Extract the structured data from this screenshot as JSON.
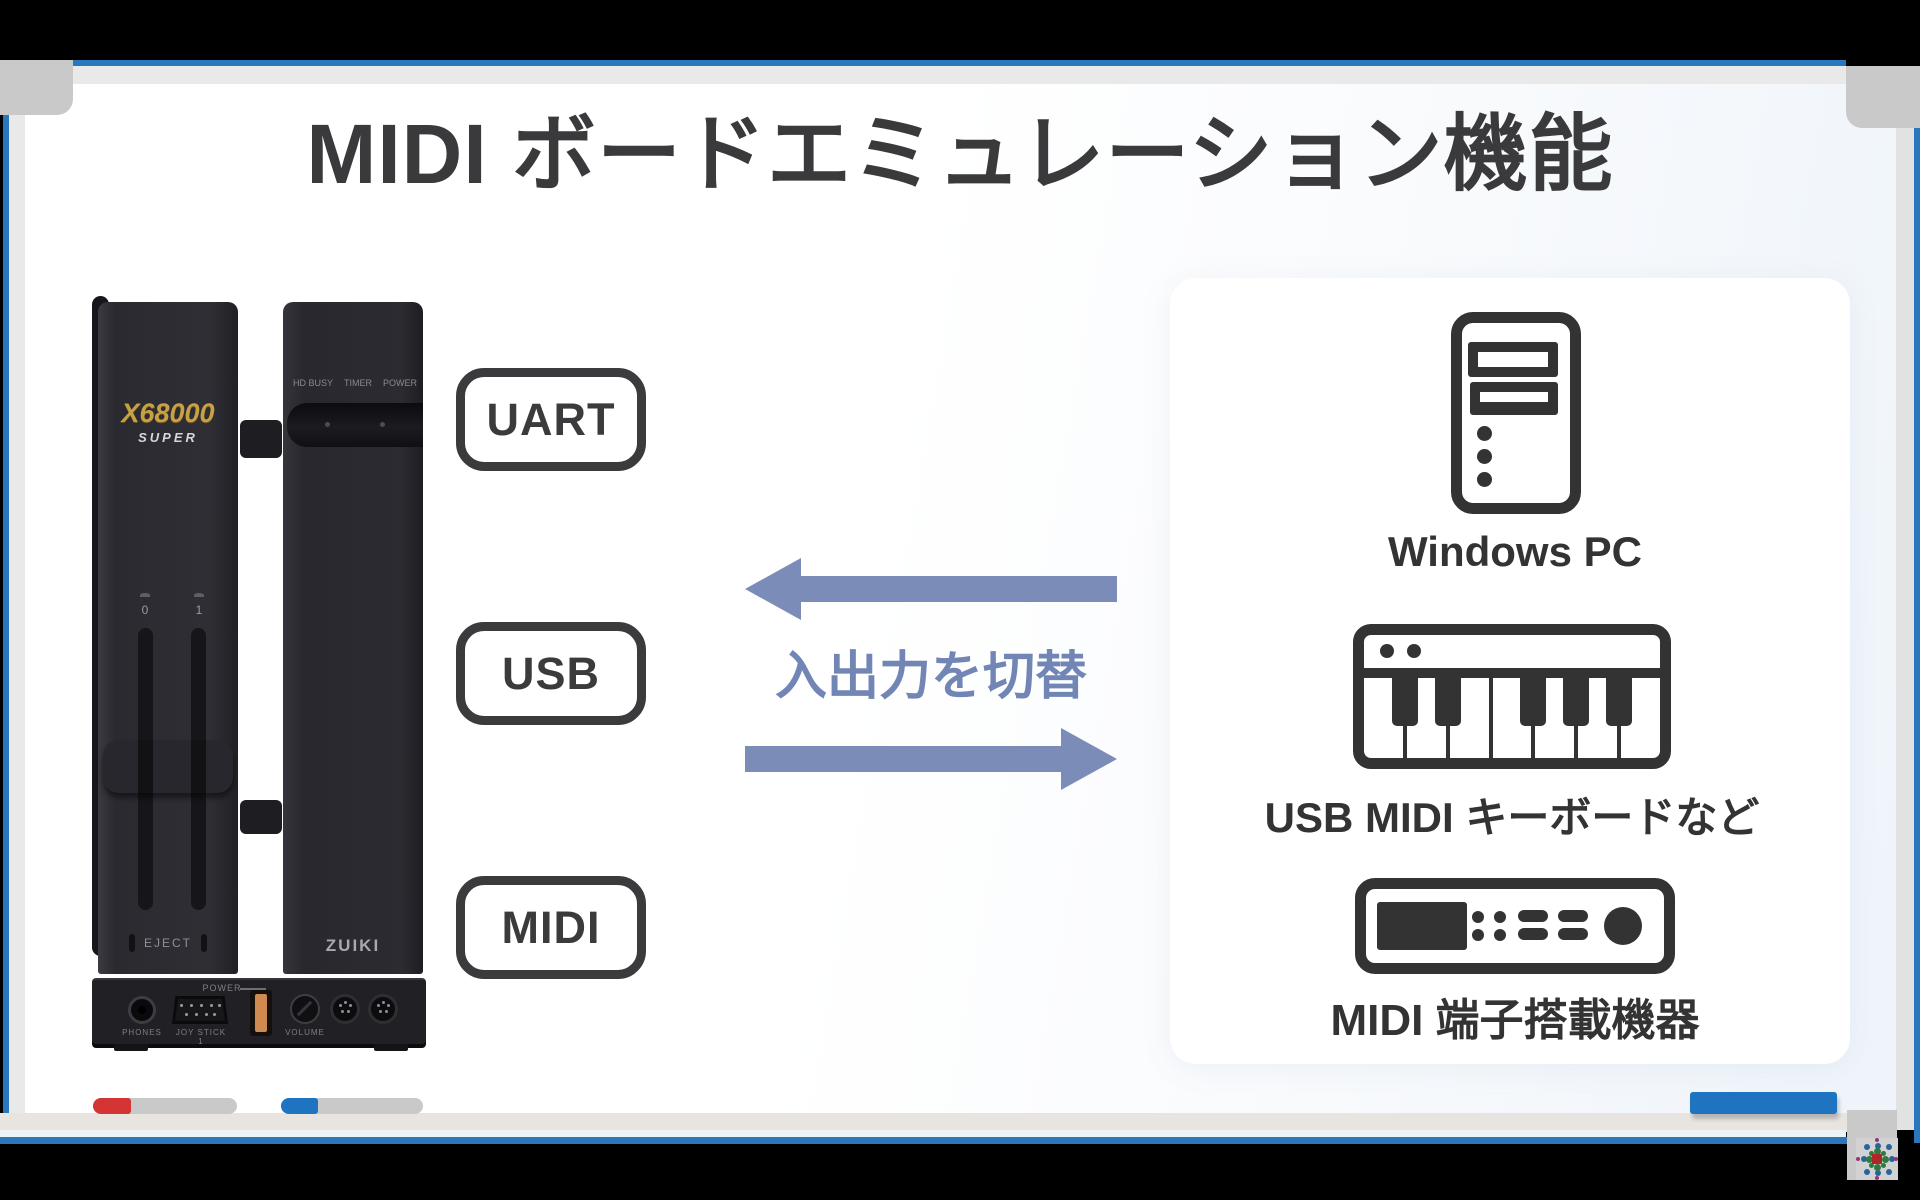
{
  "slide": {
    "title": "MIDI ボードエミュレーション機能"
  },
  "device": {
    "logo": "X68000",
    "logo_sub": "SUPER",
    "drive_numbers": [
      "0",
      "1"
    ],
    "eject_label": "EJECT",
    "led_labels": [
      "HD BUSY",
      "TIMER",
      "POWER"
    ],
    "brand": "ZUIKI",
    "phones_label": "PHONES",
    "joystick_label": "JOY STICK 1",
    "power_label": "POWER",
    "volume_label": "VOLUME"
  },
  "ports": [
    {
      "label": "UART"
    },
    {
      "label": "USB"
    },
    {
      "label": "MIDI"
    }
  ],
  "arrows": {
    "switch_label": "入出力を切替",
    "color": "#7b8cb8",
    "directions": [
      "left",
      "right"
    ]
  },
  "peripherals": [
    {
      "icon": "desktop-pc-icon",
      "label": "Windows PC"
    },
    {
      "icon": "midi-keyboard-icon",
      "label": "USB MIDI キーボードなど"
    },
    {
      "icon": "midi-rack-icon",
      "label": "MIDI 端子搭載機器"
    }
  ],
  "frame": {
    "accent_blue": "#2a77bd",
    "progress_red": "#d43434",
    "progress_blue": "#1e74c0",
    "track_gray": "#c9c9c9",
    "marker_icon": "fiducial-marker"
  }
}
